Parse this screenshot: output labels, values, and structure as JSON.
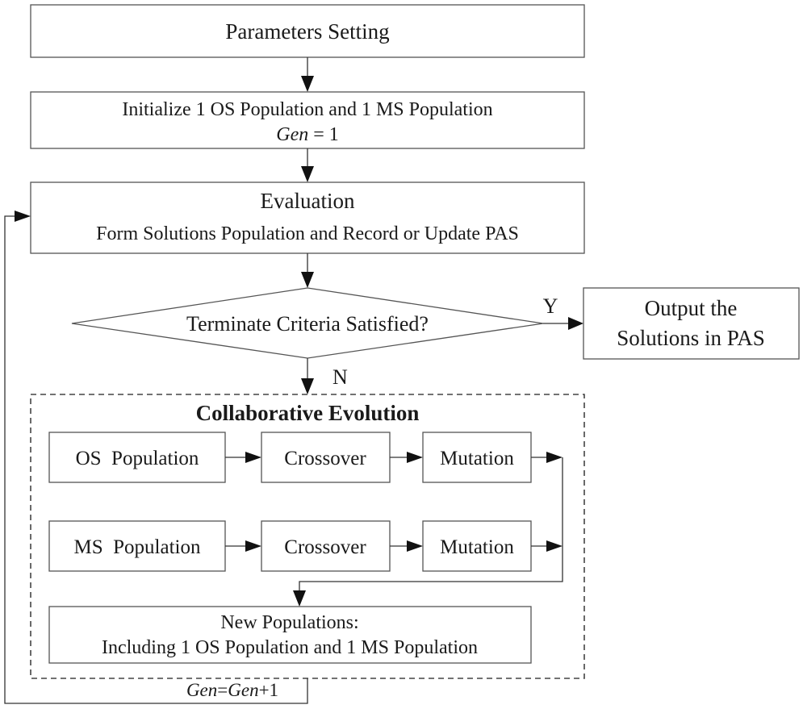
{
  "nodes": {
    "params": {
      "label": "Parameters Setting"
    },
    "init": {
      "line1": "Initialize 1 OS Population and 1 MS Population",
      "gen_var": "Gen",
      "gen_rest": " = 1"
    },
    "evaluation": {
      "title": "Evaluation",
      "subtitle": "Form Solutions Population and Record or Update PAS"
    },
    "decision": {
      "label": "Terminate Criteria Satisfied?",
      "yes_label": "Y",
      "no_label": "N"
    },
    "output": {
      "line1": "Output the",
      "line2": "Solutions in PAS"
    },
    "collab": {
      "title": "Collaborative Evolution",
      "os_population": "OS  Population",
      "ms_population": "MS  Population",
      "os_crossover": "Crossover",
      "ms_crossover": "Crossover",
      "os_mutation": "Mutation",
      "ms_mutation": "Mutation"
    },
    "new_populations": {
      "line1": "New Populations:",
      "line2": "Including 1 OS Population and 1 MS Population"
    }
  },
  "loop": {
    "gen_a": "Gen",
    "eq": "=",
    "gen_b": "Gen",
    "plus_one": "+1"
  }
}
